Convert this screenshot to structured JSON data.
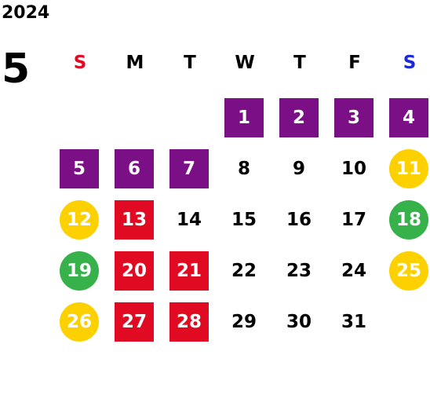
{
  "year": "2024",
  "month": "5",
  "weekdays": [
    {
      "label": "S",
      "color": "#e00b23"
    },
    {
      "label": "M",
      "color": "#000000"
    },
    {
      "label": "T",
      "color": "#000000"
    },
    {
      "label": "W",
      "color": "#000000"
    },
    {
      "label": "T",
      "color": "#000000"
    },
    {
      "label": "F",
      "color": "#000000"
    },
    {
      "label": "S",
      "color": "#1a2bd6"
    }
  ],
  "start_weekday_index": 3,
  "days": [
    {
      "d": "1",
      "style": "holiday"
    },
    {
      "d": "2",
      "style": "holiday"
    },
    {
      "d": "3",
      "style": "holiday"
    },
    {
      "d": "4",
      "style": "holiday"
    },
    {
      "d": "5",
      "style": "holiday"
    },
    {
      "d": "6",
      "style": "holiday"
    },
    {
      "d": "7",
      "style": "holiday"
    },
    {
      "d": "8",
      "style": "plain"
    },
    {
      "d": "9",
      "style": "plain"
    },
    {
      "d": "10",
      "style": "plain"
    },
    {
      "d": "11",
      "style": "yellow"
    },
    {
      "d": "12",
      "style": "yellow"
    },
    {
      "d": "13",
      "style": "red"
    },
    {
      "d": "14",
      "style": "plain"
    },
    {
      "d": "15",
      "style": "plain"
    },
    {
      "d": "16",
      "style": "plain"
    },
    {
      "d": "17",
      "style": "plain"
    },
    {
      "d": "18",
      "style": "green"
    },
    {
      "d": "19",
      "style": "green"
    },
    {
      "d": "20",
      "style": "red"
    },
    {
      "d": "21",
      "style": "red"
    },
    {
      "d": "22",
      "style": "plain"
    },
    {
      "d": "23",
      "style": "plain"
    },
    {
      "d": "24",
      "style": "plain"
    },
    {
      "d": "25",
      "style": "yellow"
    },
    {
      "d": "26",
      "style": "yellow"
    },
    {
      "d": "27",
      "style": "red"
    },
    {
      "d": "28",
      "style": "red"
    },
    {
      "d": "29",
      "style": "plain"
    },
    {
      "d": "30",
      "style": "plain"
    },
    {
      "d": "31",
      "style": "plain"
    }
  ],
  "colors": {
    "holiday": "#7a0f86",
    "red": "#e00b23",
    "yellow": "#fdd000",
    "green": "#37b14a"
  }
}
